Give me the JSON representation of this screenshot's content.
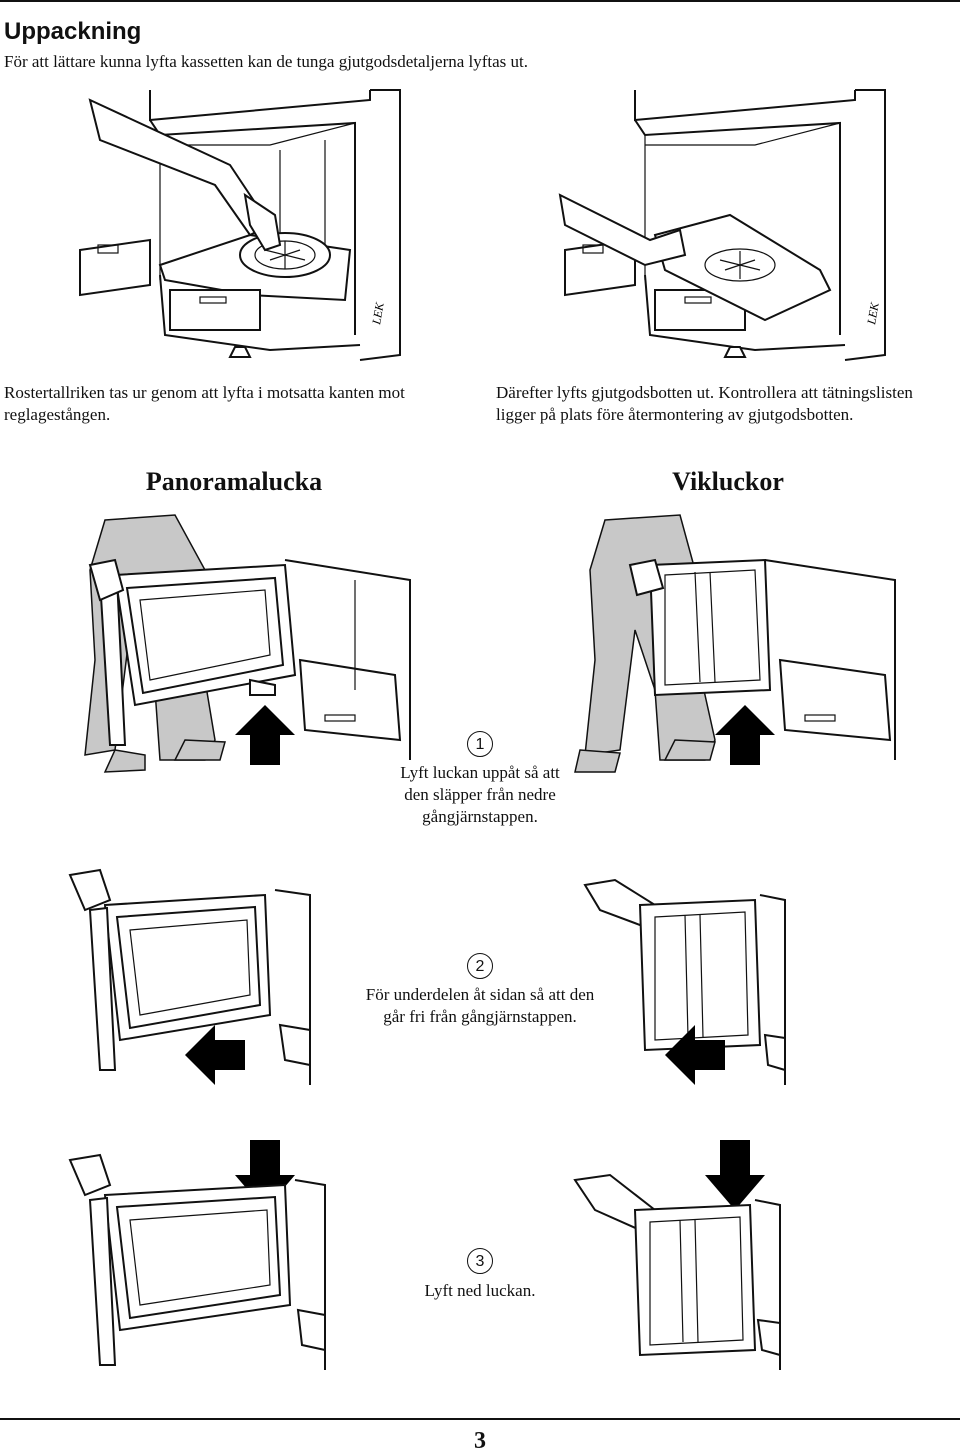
{
  "header": {
    "title": "Uppackning",
    "intro": "För att lättare kunna lyfta kassetten kan de tunga gjutgodsdetaljerna lyftas ut."
  },
  "figures": {
    "top_left": {
      "label": "LEK"
    },
    "top_right": {
      "label": "LEK"
    }
  },
  "captions": {
    "left_line1": "Rostertallriken tas ur genom att lyfta i motsatta kanten mot",
    "left_line2": "reglagestången.",
    "right_line1": "Därefter lyfts gjutgodsbotten ut. Kontrollera att tätningslisten",
    "right_line2": "ligger på plats före återmontering av gjutgodsbotten."
  },
  "sections": {
    "left_title": "Panoramalucka",
    "right_title": "Vikluckor"
  },
  "steps": [
    {
      "number": "1",
      "lines": [
        "Lyft luckan uppåt så att",
        "den släpper från nedre",
        "gångjärnstappen."
      ]
    },
    {
      "number": "2",
      "lines": [
        "För underdelen åt sidan så att den",
        "går fri från gångjärnstappen."
      ]
    },
    {
      "number": "3",
      "lines": [
        "Lyft ned luckan."
      ]
    }
  ],
  "footer": {
    "page_number": "3"
  }
}
